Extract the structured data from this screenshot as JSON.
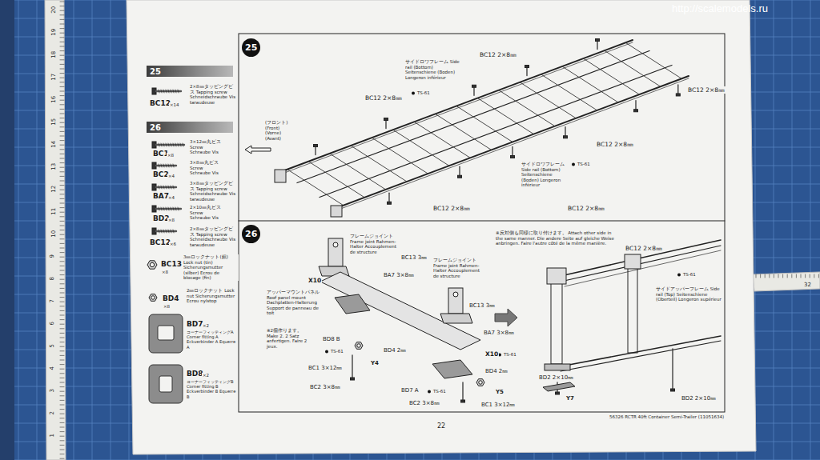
{
  "diagram": {
    "nodes": [
      {
        "text": [
          "25"
        ]
      },
      {
        "text": [
          "26"
        ]
      },
      {
        "text": [
          "25"
        ]
      },
      {
        "text": [
          "26"
        ]
      }
    ],
    "labels": [
      "http://scalemodels.ru",
      "20",
      "19",
      "18",
      "17",
      "16",
      "15",
      "14",
      "13",
      "12",
      "11",
      "10",
      "9",
      "8",
      "7",
      "6",
      "5",
      "4",
      "3",
      "2",
      "1",
      "32",
      "2×8㎜タッピングビス Tapping screw Schneidschraube Vis taraudeuse",
      "BC12",
      "×14",
      "3×12㎜丸ビス Screw Schraube Vis",
      "BC1",
      "×8",
      "3×8㎜丸ビス Screw Schraube Vis",
      "BC2",
      "×4",
      "3×8㎜タッピングビス Tapping screw Schneidschraube Vis taraudeuse",
      "BA7",
      "×4",
      "2×10㎜丸ビス Screw Schraube Vis",
      "BD2",
      "×8",
      "2×8㎜タッピングビス Tapping screw Schneidschraube Vis taraudeuse",
      "BC12",
      "×6",
      "3㎜ロックナット(銀) Lock nut (tin) Sicherungsmutter (silber) Ecrou de blocage (fin)",
      "BC13",
      "×8",
      "2㎜ロックナット Lock nut Sicherungsmutter Ecrou nylstop",
      "BD4",
      "×8",
      "BD7",
      "×2",
      "コーナーフィッティングA Corner fitting A Eckverbinder A Equerre A",
      "BD8",
      "×2",
      "コーナーフィッティングB Corner fitting B Eckverbinder B Equerre B",
      "BC12 2×8㎜",
      "BC12 2×8㎜",
      "サイドロワフレーム Side rail (Bottom) Seitenschiene (Boden) Longeron inférieur",
      "TS-61",
      "BC12 2×8㎜",
      "(フロント) (Front) (Vorne) (Avant)",
      "BC12 2×8㎜",
      "サイドロワフレーム Side rail (Bottom) Seitenschiene (Boden) Longeron inférieur",
      "TS-61",
      "BC12 2×8㎜",
      "BC12 2×8㎜",
      "フレームジョイント Frame joint Rahmen-Halter Accouplement de structure",
      "BC13 3㎜",
      "X10",
      "BA7 3×8㎜",
      "アッパーマウントパネル Roof panel mount Dachplatten-Halterung Support de panneau de toit",
      "※2個作ります。 Make 2. 2 Satz anfertigen. Faire 2 jeux.",
      "BD8 B",
      "TS-61",
      "BD4 2㎜",
      "Y4",
      "BC1 3×12㎜",
      "BC2 3×8㎜",
      "BD7 A",
      "TS-61",
      "BC2 3×8㎜",
      "BC13 3㎜",
      "フレームジョイント Frame joint Rahmen-Halter Accouplement de structure",
      "BA7 3×8㎜",
      "X10",
      "TS-61",
      "BD4 2㎜",
      "Y5",
      "BC1 3×12㎜",
      "※反対側も同様に取り付けます。 Attach other side in the same manner. Die andere Seite auf gleiche Weise anbringen. Faire l'autre côté de la même manière.",
      "BC12 2×8㎜",
      "TS-61",
      "サイドアッパーフレーム Side rail (Top) Seitenschiene (Oberteil) Longeron supérieur",
      "BD2 2×10㎜",
      "Y7",
      "BD2 2×10㎜",
      "22",
      "56326 RCTR 40ft Container Semi-Trailer (11051634)"
    ]
  }
}
